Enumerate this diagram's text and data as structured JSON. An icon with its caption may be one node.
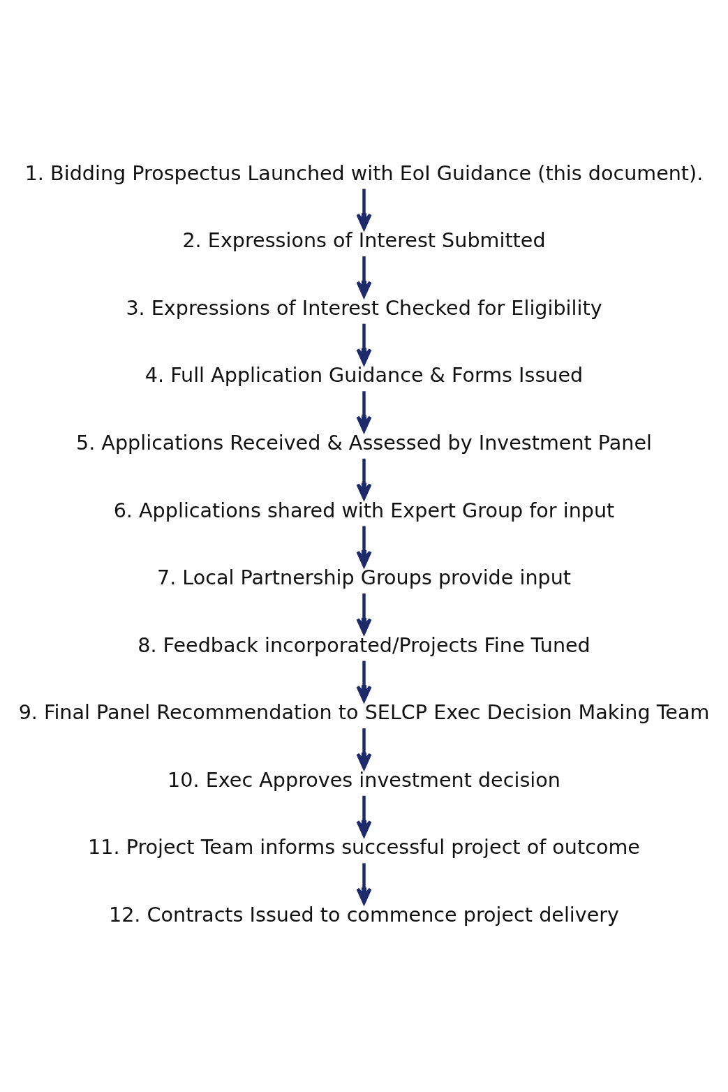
{
  "diagram": {
    "nodes": [
      {
        "text": [
          "1. Bidding Prospectus Launched with EoI Guidance (this document)."
        ]
      },
      {
        "text": [
          "2. Expressions of Interest Submitted"
        ]
      },
      {
        "text": [
          "3. Expressions of Interest Checked for Eligibility"
        ]
      },
      {
        "text": [
          "4. Full Application Guidance & Forms Issued"
        ]
      },
      {
        "text": [
          "5. Applications Received & Assessed by Investment Panel"
        ]
      },
      {
        "text": [
          "6. Applications shared with Expert Group for input"
        ]
      },
      {
        "text": [
          "7. Local Partnership Groups provide input"
        ]
      },
      {
        "text": [
          "8. Feedback incorporated/Projects Fine Tuned"
        ]
      },
      {
        "text": [
          "9. Final Panel Recommendation to SELCP Exec Decision Making Team"
        ]
      },
      {
        "text": [
          "10. Exec Approves investment decision"
        ]
      },
      {
        "text": [
          "11. Project Team informs successful project of outcome"
        ]
      },
      {
        "text": [
          "12. Contracts Issued to commence project delivery"
        ]
      }
    ],
    "edges": [
      {
        "from": 0,
        "to": 1,
        "arrow": "to"
      },
      {
        "from": 1,
        "to": 2,
        "arrow": "to"
      },
      {
        "from": 2,
        "to": 3,
        "arrow": "to"
      },
      {
        "from": 3,
        "to": 4,
        "arrow": "to"
      },
      {
        "from": 4,
        "to": 5,
        "arrow": "to"
      },
      {
        "from": 5,
        "to": 6,
        "arrow": "to"
      },
      {
        "from": 6,
        "to": 7,
        "arrow": "to"
      },
      {
        "from": 7,
        "to": 8,
        "arrow": "to"
      },
      {
        "from": 8,
        "to": 9,
        "arrow": "to"
      },
      {
        "from": 9,
        "to": 10,
        "arrow": "to"
      },
      {
        "from": 10,
        "to": 11,
        "arrow": "to"
      }
    ]
  }
}
